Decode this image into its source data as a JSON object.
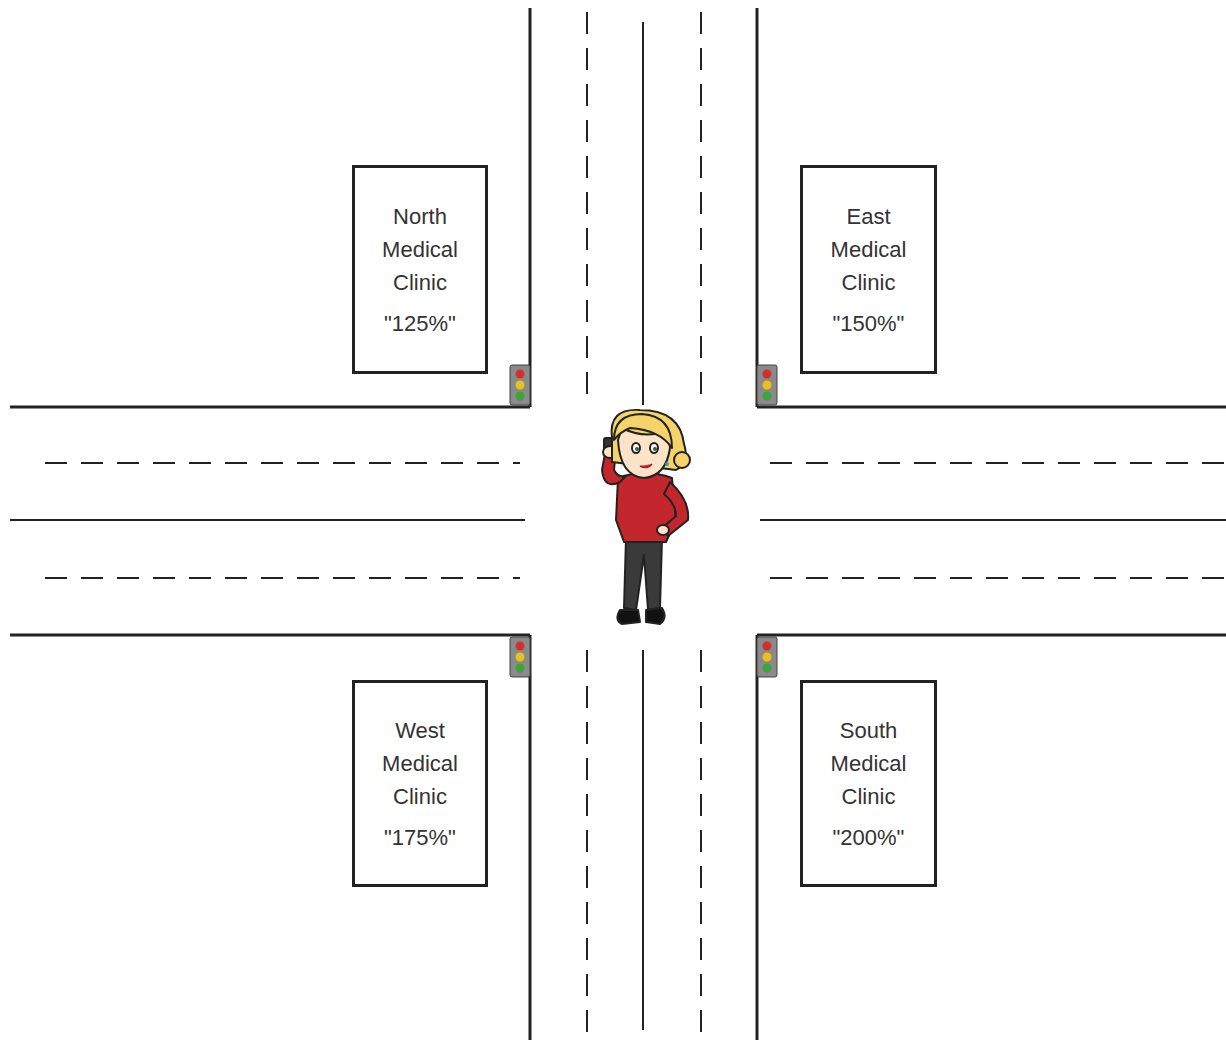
{
  "diagram": {
    "nodes": [
      {
        "text": [
          "North Medical Clinic",
          "\"125%\""
        ]
      },
      {
        "text": [
          "East Medical Clinic",
          "\"150%\""
        ]
      },
      {
        "text": [
          "West Medical Clinic",
          "\"175%\""
        ]
      },
      {
        "text": [
          "South Medical Clinic",
          "\"200%\""
        ]
      }
    ]
  }
}
